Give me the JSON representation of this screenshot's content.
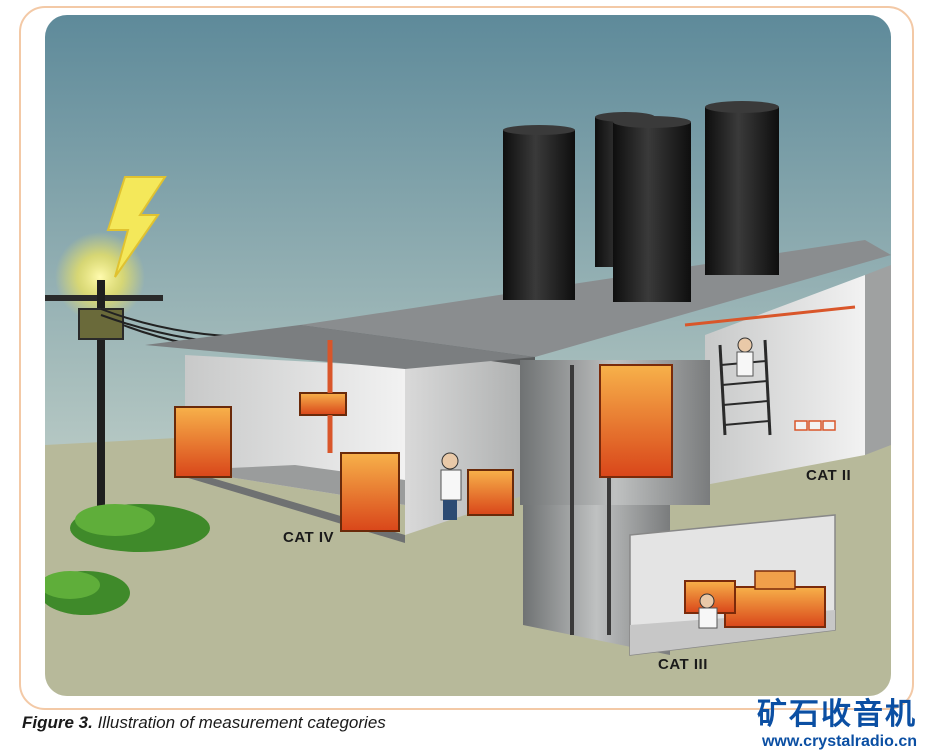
{
  "figure": {
    "caption_label": "Figure 3.",
    "caption_text": " Illustration of measurement categories"
  },
  "labels": {
    "cat_iv": "CAT IV",
    "cat_iii": "CAT III",
    "cat_ii": "CAT II"
  },
  "watermark": {
    "chinese": "矿石收音机",
    "url": "www.crystalradio.cn"
  },
  "colors": {
    "sky_top": "#5e8a9a",
    "sky_bottom": "#e6e9df",
    "ground": "#b7b99a",
    "roof": "#8a8d8f",
    "tank": "#1c1c1c",
    "equipment_orange": "#e8641e",
    "lightning": "#f4e85a",
    "grass": "#3f8a2a",
    "frame_border": "#f3c9a6",
    "watermark_blue": "#0b4fa3"
  }
}
